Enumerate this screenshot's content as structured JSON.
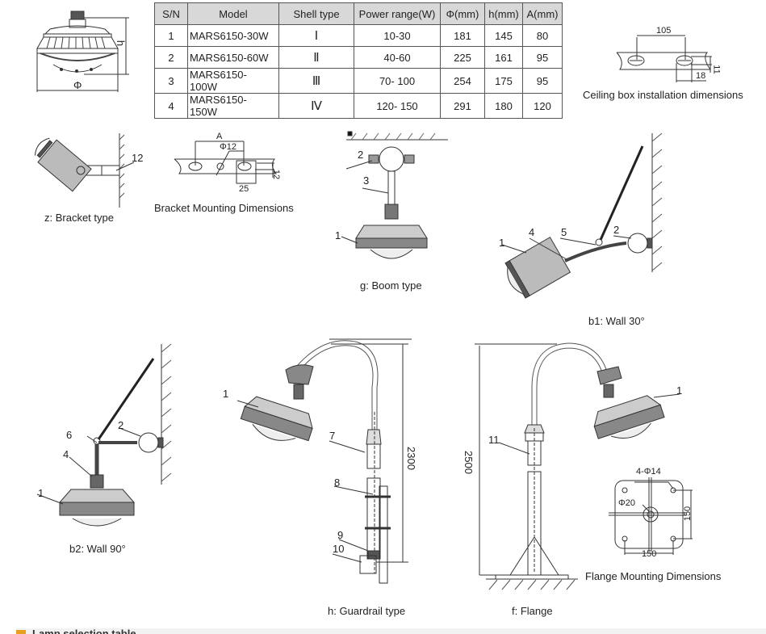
{
  "spec_table": {
    "headers": [
      "S/N",
      "Model",
      "Shell type",
      "Power range(W)",
      "Φ(mm)",
      "h(mm)",
      "A(mm)"
    ],
    "rows": [
      [
        "1",
        "MARS6150-30W",
        "Ⅰ",
        "10-30",
        "181",
        "145",
        "80"
      ],
      [
        "2",
        "MARS6150-60W",
        "Ⅱ",
        "40-60",
        "225",
        "161",
        "95"
      ],
      [
        "3",
        "MARS6150- 100W",
        "Ⅲ",
        "70- 100",
        "254",
        "175",
        "95"
      ],
      [
        "4",
        "MARS6150- 150W",
        "Ⅳ",
        "120- 150",
        "291",
        "180",
        "120"
      ]
    ]
  },
  "lamp_outline": {
    "dim_h": "h",
    "dim_phi": "Φ"
  },
  "ceiling_box": {
    "caption": "Ceiling box installation dimensions",
    "dim_spacing": "105",
    "dim_slot_len": "18",
    "dim_slot_w": "11"
  },
  "bracket": {
    "caption": "z: Bracket type",
    "callout": "12"
  },
  "bracket_mount": {
    "caption": "Bracket Mounting Dimensions",
    "dim_a": "A",
    "dim_hole": "Φ12",
    "dim_slot_len": "25",
    "dim_slot_w": "12"
  },
  "boom": {
    "caption": "g: Boom type",
    "callouts": [
      "1",
      "2",
      "3"
    ]
  },
  "wall30": {
    "caption": "b1: Wall 30°",
    "callouts": [
      "1",
      "4",
      "5",
      "2"
    ]
  },
  "wall90": {
    "caption": "b2: Wall 90°",
    "callouts": [
      "6",
      "2",
      "4",
      "1"
    ]
  },
  "guardrail": {
    "caption": "h: Guardrail type",
    "callouts": [
      "1",
      "7",
      "8",
      "9",
      "10"
    ],
    "dim_height": "2300"
  },
  "flange": {
    "caption": "f: Flange",
    "callouts": [
      "1",
      "11"
    ],
    "dim_height": "2500"
  },
  "flange_mount": {
    "caption": "Flange Mounting Dimensions",
    "dim_holes": "4-Φ14",
    "dim_center": "Φ20",
    "dim_w": "150",
    "dim_h": "150"
  },
  "next_section": {
    "heading": "Lamp selection table",
    "accent": "#e8a020"
  }
}
